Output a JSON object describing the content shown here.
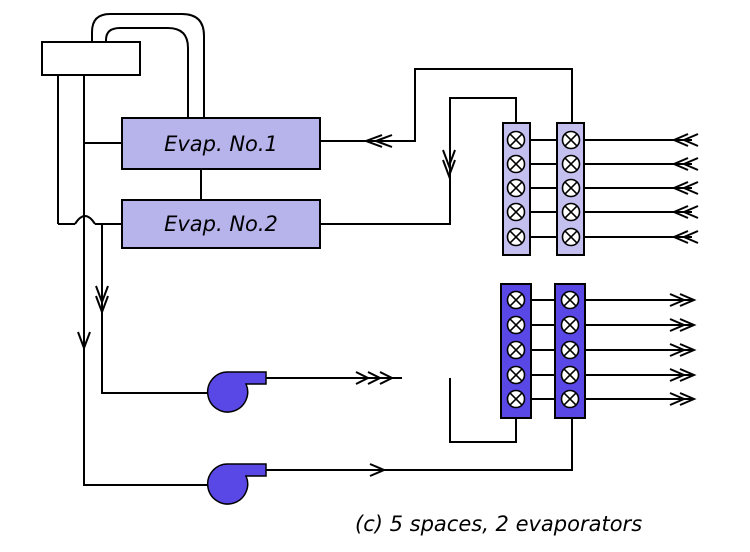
{
  "evaporators": [
    {
      "label": "Evap. No.1"
    },
    {
      "label": "Evap. No.2"
    }
  ],
  "caption": "(c)  5 spaces,  2 evaporators"
}
